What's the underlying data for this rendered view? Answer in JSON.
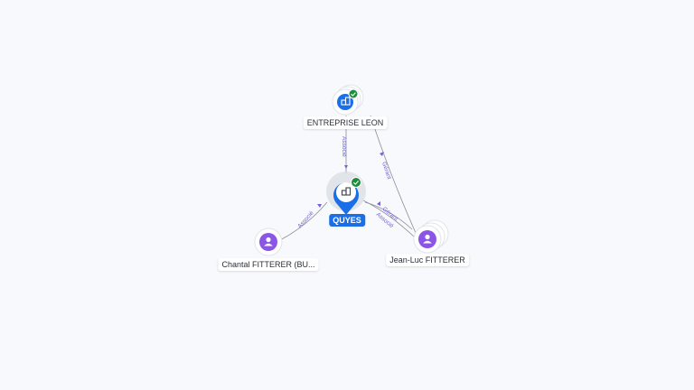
{
  "colors": {
    "background": "#f8f9fc",
    "edge": "#8a8f9a",
    "edge_label": "#6f63d8",
    "company": "#1a6ee8",
    "person": "#8b55e8",
    "check": "#1e8e3e",
    "selected_label_bg": "#1a6ee8"
  },
  "nodes": {
    "entreprise_leon": {
      "label": "ENTREPRISE LEON",
      "kind": "company",
      "icon": "building-icon",
      "verified": true
    },
    "quyes": {
      "label": "QUYES",
      "kind": "company",
      "icon": "building-icon",
      "verified": true,
      "selected": true
    },
    "chantal": {
      "label": "Chantal FITTERER (BU...",
      "kind": "person",
      "icon": "person-icon"
    },
    "jean_luc": {
      "label": "Jean-Luc FITTERER",
      "kind": "person",
      "icon": "person-icon"
    }
  },
  "edges": {
    "leon_to_quyes": {
      "label": "Associé"
    },
    "jeanluc_to_leon": {
      "label": "Gérant"
    },
    "chantal_to_quyes": {
      "label": "Associé"
    },
    "jeanluc_to_quyes_1": {
      "label": "Gérant"
    },
    "jeanluc_to_quyes_2": {
      "label": "Associé"
    }
  }
}
